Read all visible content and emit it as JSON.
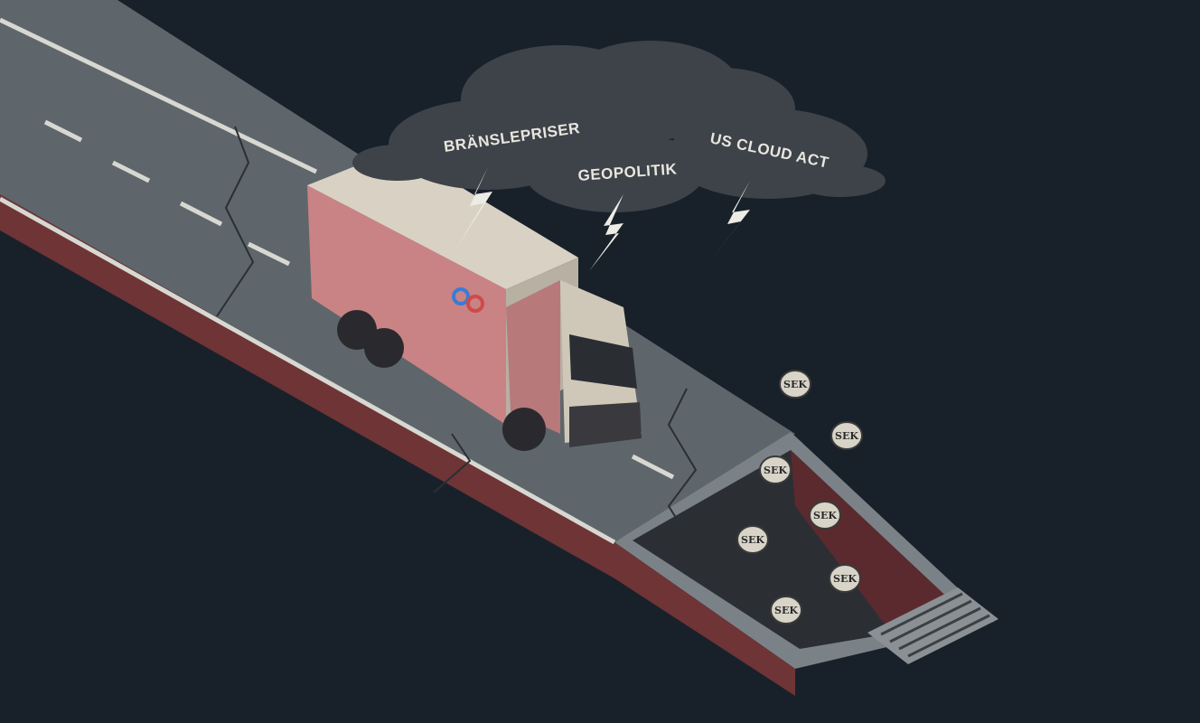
{
  "clouds": [
    {
      "label": "BRÄNSLEPRISER"
    },
    {
      "label": "GEOPOLITIK"
    },
    {
      "label": "US CLOUD ACT"
    }
  ],
  "coins": {
    "label": "SEK"
  },
  "truck": {
    "logo": "logo-icon"
  },
  "colors": {
    "background": "#18212a",
    "road": "#5e666b",
    "road_side": "#7a3a3c",
    "truck_box": "#c98384",
    "cloud": "#3d4349"
  }
}
